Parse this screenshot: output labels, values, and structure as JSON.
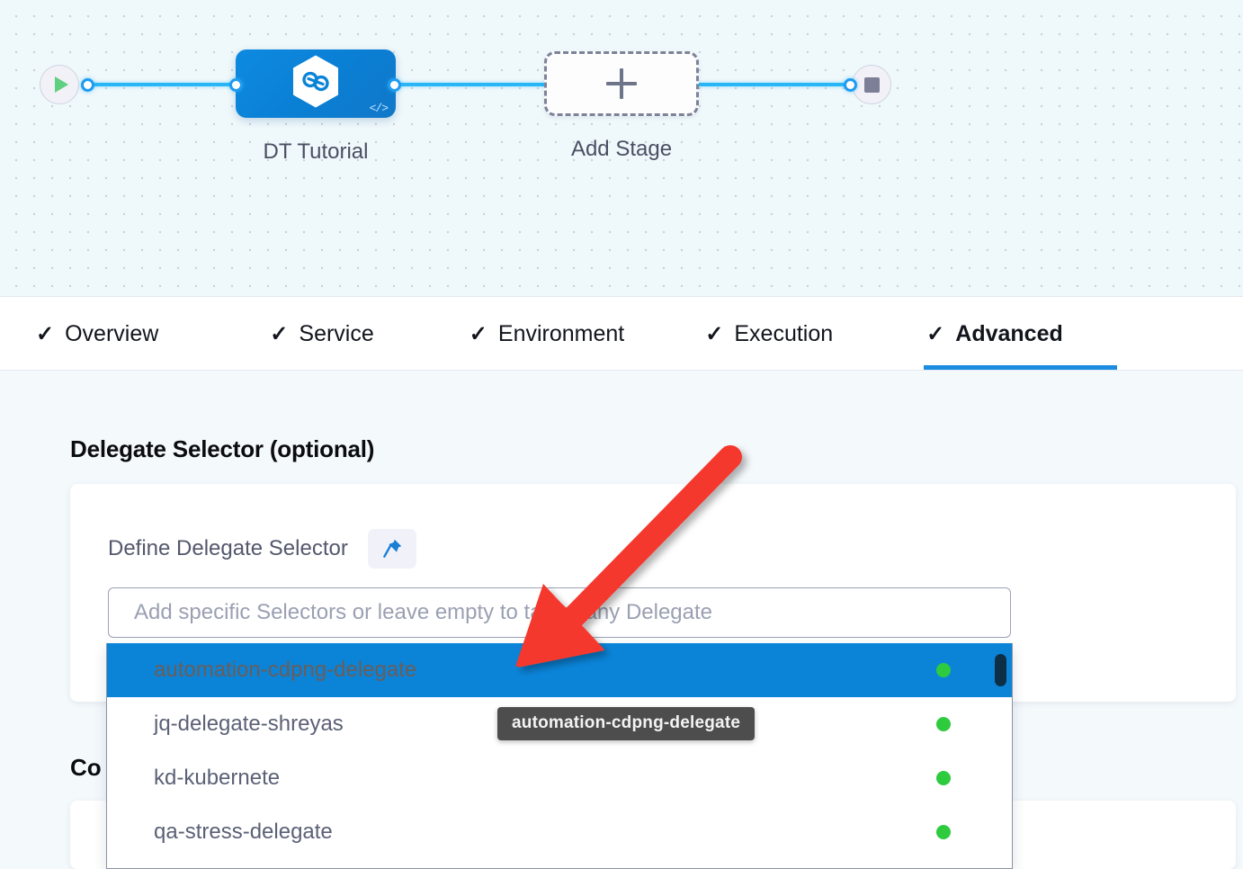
{
  "pipeline": {
    "start_node": {
      "icon": "play-icon"
    },
    "end_node": {
      "icon": "stop-icon"
    },
    "stage": {
      "label": "DT Tutorial",
      "icon": "harness-hexagon-icon",
      "code_badge": "</>"
    },
    "add_stage": {
      "label": "Add Stage",
      "icon": "plus-icon"
    }
  },
  "tabs": [
    {
      "label": "Overview",
      "check": "✓",
      "active": false
    },
    {
      "label": "Service",
      "check": "✓",
      "active": false
    },
    {
      "label": "Environment",
      "check": "✓",
      "active": false
    },
    {
      "label": "Execution",
      "check": "✓",
      "active": false
    },
    {
      "label": "Advanced",
      "check": "✓",
      "active": true
    }
  ],
  "main": {
    "section_title": "Delegate Selector (optional)",
    "section_title_2": "Co",
    "field_label": "Define Delegate Selector",
    "pin_icon": "pushpin-icon",
    "selector_input": {
      "value": "",
      "placeholder": "Add specific Selectors or leave empty to target any Delegate"
    },
    "dropdown": {
      "items": [
        {
          "label": "automation-cdpng-delegate",
          "status": "connected",
          "selected": true
        },
        {
          "label": "jq-delegate-shreyas",
          "status": "connected",
          "selected": false
        },
        {
          "label": "kd-kubernete",
          "status": "connected",
          "selected": false
        },
        {
          "label": "qa-stress-delegate",
          "status": "connected",
          "selected": false
        }
      ]
    },
    "tooltip": "automation-cdpng-delegate"
  },
  "annotation": {
    "arrow_color": "#f4392f",
    "arrow_points_to": "automation-cdpng-delegate"
  },
  "colors": {
    "accent_blue": "#0b84d8",
    "canvas_bg": "#eff8fb",
    "edge_blue": "#29b6f6",
    "status_green": "#2ecb3f",
    "page_bg": "#f4f9fc"
  }
}
